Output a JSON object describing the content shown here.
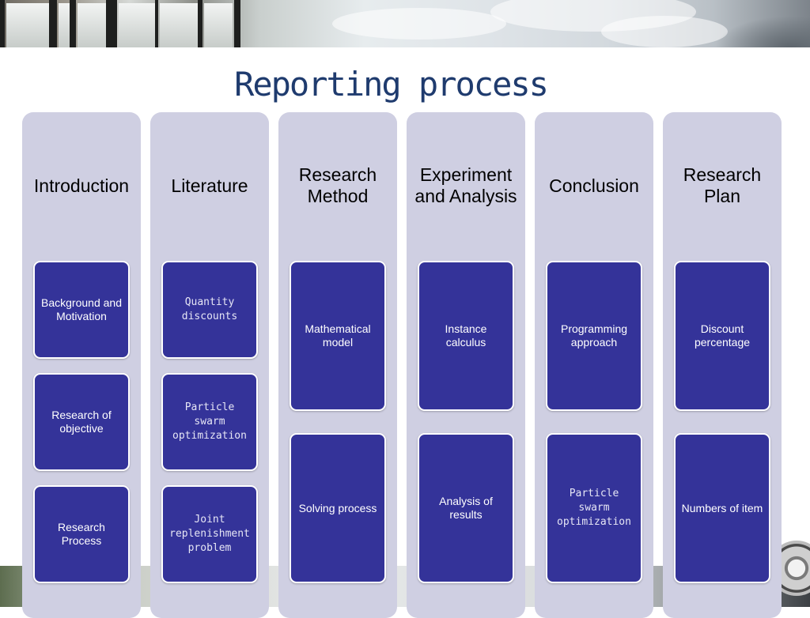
{
  "title": "Reporting process",
  "columns": [
    {
      "heading": "Introduction",
      "items": [
        "Background and Motivation",
        "Research of objective",
        "Research Process"
      ]
    },
    {
      "heading": "Literature",
      "items": [
        "Quantity discounts",
        "Particle swarm optimization",
        "Joint replenishment problem"
      ]
    },
    {
      "heading": "Research Method",
      "items": [
        "Mathematical model",
        "Solving process"
      ]
    },
    {
      "heading": "Experiment and Analysis",
      "items": [
        "Instance calculus",
        "Analysis of results"
      ]
    },
    {
      "heading": "Conclusion",
      "items": [
        "Programming approach",
        "Particle swarm optimization"
      ]
    },
    {
      "heading": "Research Plan",
      "items": [
        "Discount percentage",
        "Numbers of item"
      ]
    }
  ],
  "colors": {
    "column_bg": "#cfcfe2",
    "box_bg": "#343399",
    "title": "#1f3b6e"
  }
}
